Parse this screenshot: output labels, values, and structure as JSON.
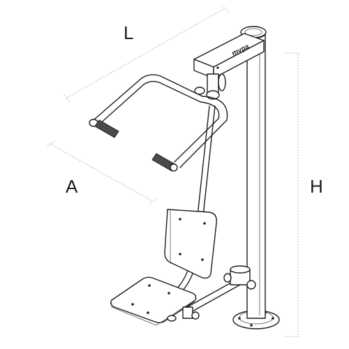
{
  "dimensions": {
    "length_label": "L",
    "width_label": "A",
    "height_label": "H"
  },
  "brand": {
    "logo_text": "mvpa"
  }
}
